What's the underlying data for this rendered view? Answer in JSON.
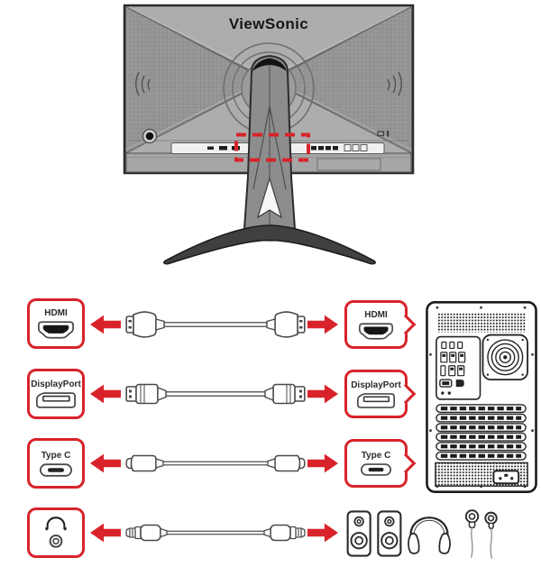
{
  "monitor": {
    "brand_logo": "ViewSonic",
    "highlight_icon": "red-dashed-ports-highlight"
  },
  "colors": {
    "accent_red": "#d8232a"
  },
  "connections": [
    {
      "monitor_port_label": "HDMI",
      "source_port_label": "HDMI",
      "cable_icon": "hdmi-cable",
      "arrows": [
        "arrow-left",
        "arrow-right"
      ]
    },
    {
      "monitor_port_label": "DisplayPort",
      "source_port_label": "DisplayPort",
      "cable_icon": "displayport-cable",
      "arrows": [
        "arrow-left",
        "arrow-right"
      ]
    },
    {
      "monitor_port_label": "Type C",
      "source_port_label": "Type C",
      "cable_icon": "usb-type-c-cable",
      "arrows": [
        "arrow-left",
        "arrow-right"
      ]
    },
    {
      "monitor_port_icon": "headphones-jack",
      "cable_icon": "audio-3.5mm-cable",
      "arrows": [
        "arrow-left",
        "arrow-right"
      ],
      "output_device_icons": [
        "speakers",
        "headphones",
        "earbuds"
      ]
    }
  ],
  "source_device_icon": "computer-tower-rear"
}
